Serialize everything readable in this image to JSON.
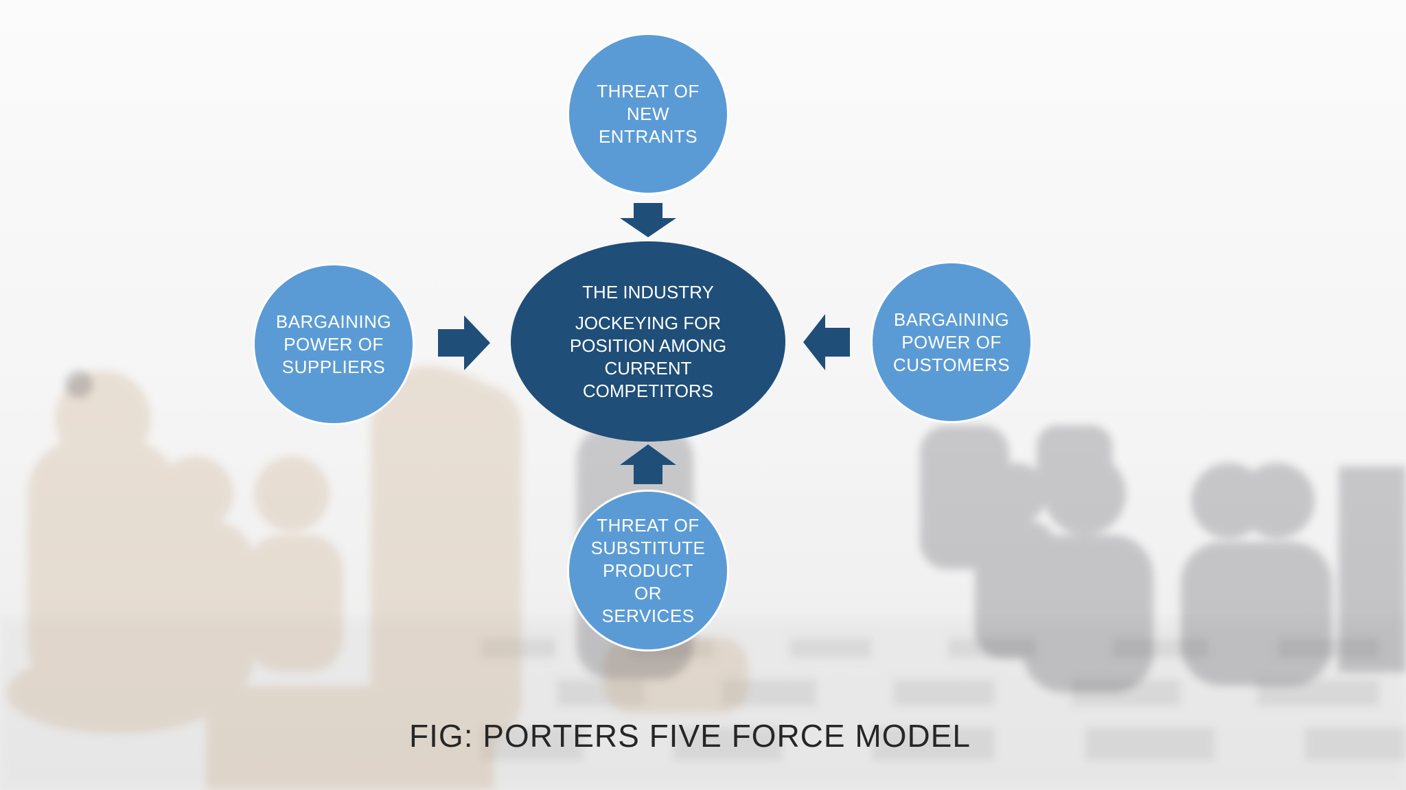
{
  "diagram": {
    "center": {
      "title": "THE INDUSTRY",
      "body": "JOCKEYING FOR POSITION AMONG CURRENT COMPETITORS"
    },
    "forces": {
      "top": "THREAT OF NEW ENTRANTS",
      "left": "BARGAINING POWER OF SUPPLIERS",
      "right": "BARGAINING POWER OF CUSTOMERS",
      "bottom": "THREAT OF SUBSTITUTE PRODUCT OR SERVICES"
    },
    "caption": "FIG: PORTERS FIVE FORCE MODEL"
  },
  "colors": {
    "force_circle": "#5b9bd5",
    "center_ellipse": "#1f4e79",
    "arrow": "#1f4e79",
    "caption_text": "#262626"
  },
  "background": {
    "description_icon": "chessboard-photo"
  }
}
